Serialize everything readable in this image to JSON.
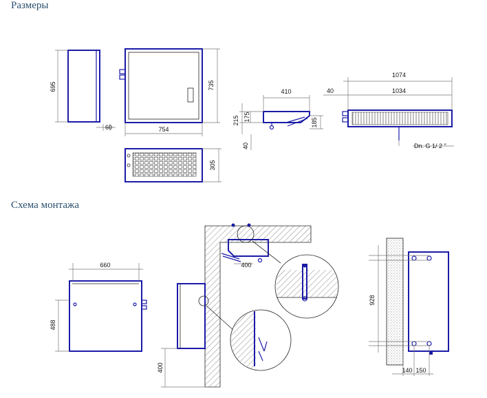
{
  "sections": {
    "dimensions_title": "Размеры",
    "mounting_title": "Схема монтажа"
  },
  "dims": {
    "d695": "695",
    "d735": "735",
    "d754": "754",
    "d60": "60",
    "d305": "305",
    "d410": "410",
    "d215": "215",
    "d175": "175",
    "d185": "185",
    "d40a": "40",
    "d40b": "40",
    "d1074": "1074",
    "d1034": "1034",
    "pipe": "Dn. G 1/ 2 \"",
    "d660": "660",
    "d488": "488",
    "d400": "400",
    "d400b": "400",
    "d928": "928",
    "d140": "140",
    "d150": "150"
  },
  "colors": {
    "outline": "#1a1aa8",
    "heading": "#2a4f6f"
  }
}
